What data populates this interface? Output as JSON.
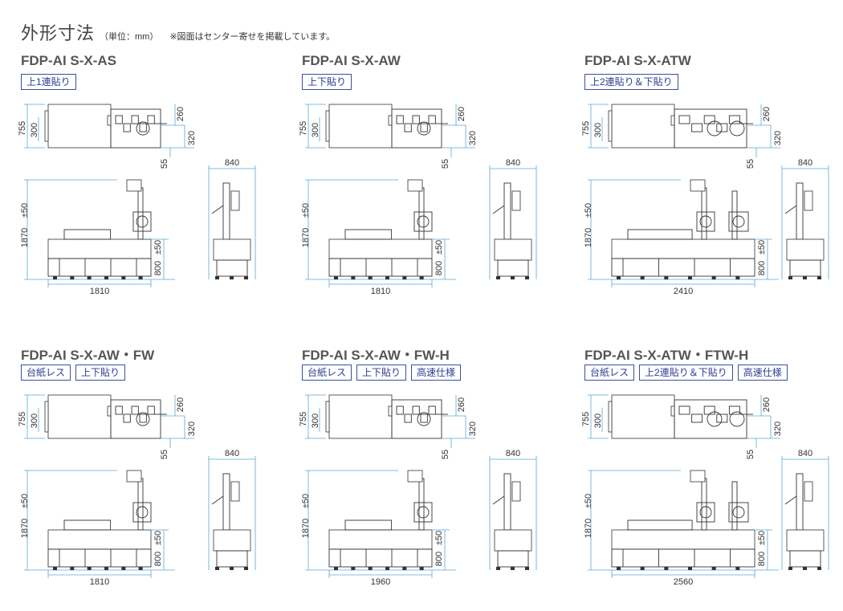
{
  "header": {
    "title": "外形寸法",
    "unit": "（単位：mm）",
    "note": "※図面はセンター寄せを掲載しています。"
  },
  "cells": [
    {
      "model": "FDP-AI S-X-AS",
      "tags": [
        "上1連貼り"
      ],
      "dims": {
        "d755": "755",
        "d300": "300",
        "d260": "260",
        "d320": "320",
        "d55": "55",
        "height": "1870",
        "tol1": "±50",
        "d800": "800",
        "tol2": "±50",
        "width": "1810",
        "depth": "840"
      }
    },
    {
      "model": "FDP-AI S-X-AW",
      "tags": [
        "上下貼り"
      ],
      "dims": {
        "d755": "755",
        "d300": "300",
        "d260": "260",
        "d320": "320",
        "d55": "55",
        "height": "1870",
        "tol1": "±50",
        "d800": "800",
        "tol2": "±50",
        "width": "1810",
        "depth": "840"
      }
    },
    {
      "model": "FDP-AI S-X-ATW",
      "tags": [
        "上2連貼り＆下貼り"
      ],
      "dims": {
        "d755": "755",
        "d300": "300",
        "d260": "260",
        "d320": "320",
        "d55": "55",
        "height": "1870",
        "tol1": "±50",
        "d800": "800",
        "tol2": "±50",
        "width": "2410",
        "depth": "840"
      }
    },
    {
      "model": "FDP-AI S-X-AW・FW",
      "tags": [
        "台紙レス",
        "上下貼り"
      ],
      "dims": {
        "d755": "755",
        "d300": "300",
        "d260": "260",
        "d320": "320",
        "d55": "55",
        "height": "1870",
        "tol1": "±50",
        "d800": "800",
        "tol2": "±50",
        "width": "1810",
        "depth": "840"
      }
    },
    {
      "model": "FDP-AI S-X-AW・FW-H",
      "tags": [
        "台紙レス",
        "上下貼り",
        "高速仕様"
      ],
      "dims": {
        "d755": "755",
        "d300": "300",
        "d260": "260",
        "d320": "320",
        "d55": "55",
        "height": "1870",
        "tol1": "±50",
        "d800": "800",
        "tol2": "±50",
        "width": "1960",
        "depth": "840"
      }
    },
    {
      "model": "FDP-AI S-X-ATW・FTW-H",
      "tags": [
        "台紙レス",
        "上2連貼り＆下貼り",
        "高速仕様"
      ],
      "dims": {
        "d755": "755",
        "d300": "300",
        "d260": "260",
        "d320": "320",
        "d55": "55",
        "height": "1870",
        "tol1": "±50",
        "d800": "800",
        "tol2": "±50",
        "width": "2560",
        "depth": "840"
      }
    }
  ],
  "colors": {
    "accent": "#2d3d8f",
    "dimension": "#5aa8d6",
    "drawing": "#333333"
  }
}
